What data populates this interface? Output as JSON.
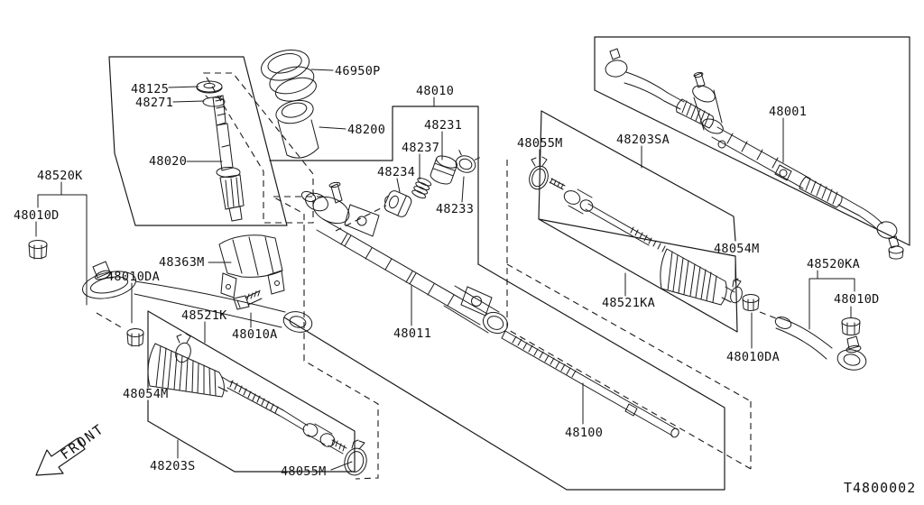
{
  "diagram": {
    "type": "exploded-parts-diagram",
    "drawing_code": "T4800002",
    "front_indicator": "FRONT",
    "line_color": "#1a1a1a",
    "background_color": "#ffffff",
    "labels": [
      {
        "id": "48125",
        "text": "48125"
      },
      {
        "id": "48271",
        "text": "48271"
      },
      {
        "id": "46950P",
        "text": "46950P"
      },
      {
        "id": "48200",
        "text": "48200"
      },
      {
        "id": "48010",
        "text": "48010"
      },
      {
        "id": "48231",
        "text": "48231"
      },
      {
        "id": "48237",
        "text": "48237"
      },
      {
        "id": "48234",
        "text": "48234"
      },
      {
        "id": "48233",
        "text": "48233"
      },
      {
        "id": "48055M-top",
        "text": "48055M"
      },
      {
        "id": "48203SA",
        "text": "48203SA"
      },
      {
        "id": "48001",
        "text": "48001"
      },
      {
        "id": "48020",
        "text": "48020"
      },
      {
        "id": "48520K",
        "text": "48520K"
      },
      {
        "id": "48010D-left",
        "text": "48010D"
      },
      {
        "id": "48363M",
        "text": "48363M"
      },
      {
        "id": "48010DA-left",
        "text": "48010DA"
      },
      {
        "id": "48521K",
        "text": "48521K"
      },
      {
        "id": "48010A",
        "text": "48010A"
      },
      {
        "id": "48011",
        "text": "48011"
      },
      {
        "id": "48054M-right",
        "text": "48054M"
      },
      {
        "id": "48521KA",
        "text": "48521KA"
      },
      {
        "id": "48520KA",
        "text": "48520KA"
      },
      {
        "id": "48010D-right",
        "text": "48010D"
      },
      {
        "id": "48010DA-right",
        "text": "48010DA"
      },
      {
        "id": "48054M-left",
        "text": "48054M"
      },
      {
        "id": "48203S",
        "text": "48203S"
      },
      {
        "id": "48055M-bottom",
        "text": "48055M"
      },
      {
        "id": "48100",
        "text": "48100"
      }
    ]
  }
}
